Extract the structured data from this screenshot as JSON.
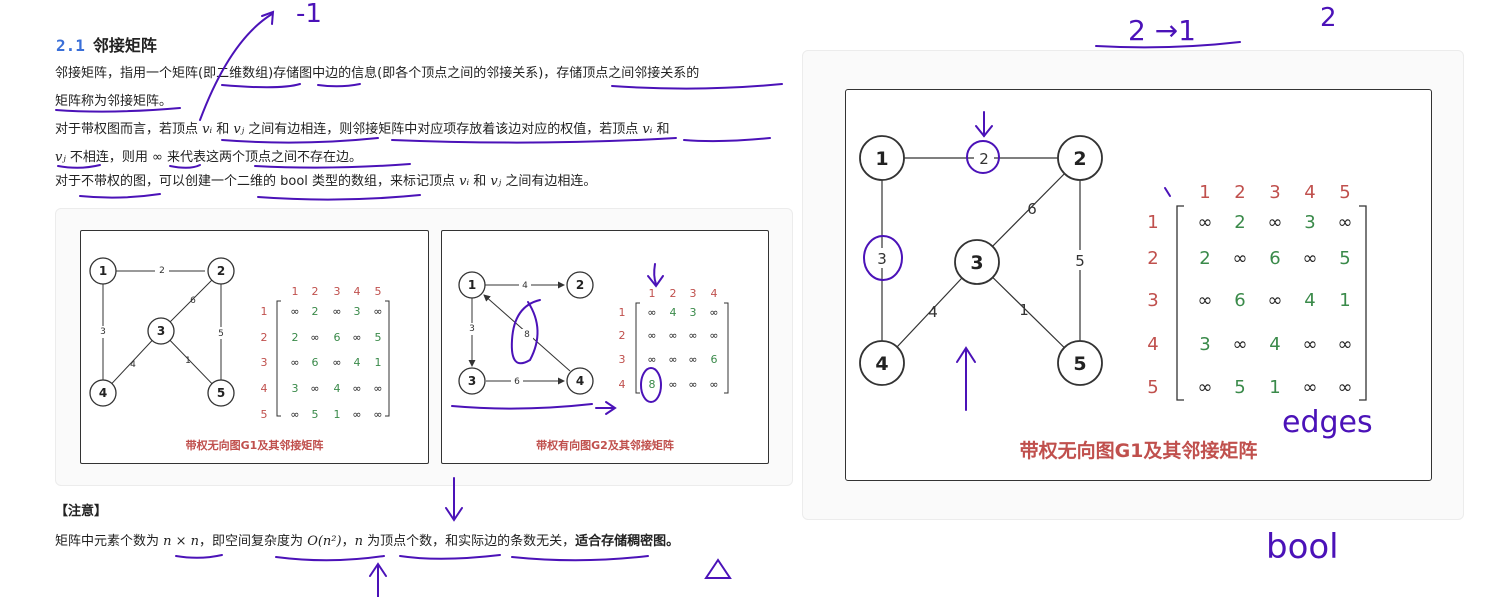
{
  "section": {
    "number": "2.1",
    "title": "邻接矩阵"
  },
  "para1": {
    "part1": "邻接矩阵，指用一个矩阵(即二维数组)存储图中边的信息(即各个顶点之间的邻接关系)，存储顶点之间邻接关系的",
    "part2": "矩阵称为邻接矩阵。"
  },
  "para2": {
    "t1": "对于带权图而言，若顶点 ",
    "vi": "vᵢ",
    "t2": " 和 ",
    "vj": "vⱼ",
    "t3": " 之间有边相连，则邻接矩阵中对应项存放着该边对应的权值，若顶点 ",
    "vi2": "vᵢ",
    "t4": " 和",
    "vj2": "vⱼ",
    "t5": " 不相连，则用 ",
    "inf": "∞",
    "t6": " 来代表这两个顶点之间不存在边。"
  },
  "para3": {
    "t1": "对于不带权的图，可以创建一个二维的 bool 类型的数组，来标记顶点 ",
    "vi": "vᵢ",
    "t2": " 和 ",
    "vj": "vⱼ",
    "t3": " 之间有边相连。"
  },
  "g1": {
    "caption": "带权无向图G1及其邻接矩阵",
    "nodes": [
      "1",
      "2",
      "3",
      "4",
      "5"
    ],
    "edge_weights": [
      "2",
      "3",
      "6",
      "5",
      "4",
      "1"
    ],
    "headers": [
      "1",
      "2",
      "3",
      "4",
      "5"
    ],
    "rows": [
      [
        "∞",
        "2",
        "∞",
        "3",
        "∞"
      ],
      [
        "2",
        "∞",
        "6",
        "∞",
        "5"
      ],
      [
        "∞",
        "6",
        "∞",
        "4",
        "1"
      ],
      [
        "3",
        "∞",
        "4",
        "∞",
        "∞"
      ],
      [
        "∞",
        "5",
        "1",
        "∞",
        "∞"
      ]
    ]
  },
  "g2": {
    "caption": "带权有向图G2及其邻接矩阵",
    "nodes": [
      "1",
      "2",
      "3",
      "4"
    ],
    "edge_weights": [
      "4",
      "3",
      "8",
      "6"
    ],
    "headers": [
      "1",
      "2",
      "3",
      "4"
    ],
    "rows": [
      [
        "∞",
        "4",
        "3",
        "∞"
      ],
      [
        "∞",
        "∞",
        "∞",
        "∞"
      ],
      [
        "∞",
        "∞",
        "∞",
        "6"
      ],
      [
        "8",
        "∞",
        "∞",
        "∞"
      ]
    ]
  },
  "note": {
    "title": "【注意】",
    "t1": "矩阵中元素个数为 ",
    "nxn": "n × n",
    "t2": "，即空间复杂度为 ",
    "on2": "O(n²)",
    "t3": "，",
    "n": "n",
    "t4": " 为顶点个数，和实际边的条数无关，",
    "bold": "适合存储稠密图。"
  },
  "handwriting": {
    "top1": "-1",
    "top2": "2 →1",
    "top3": "2",
    "edges": "edges",
    "bool": "bool"
  },
  "colors": {
    "header_red": "#c0504d",
    "value_green": "#3a8a4a",
    "ink": "#4b12b8",
    "accent_blue": "#3a6fd8"
  }
}
